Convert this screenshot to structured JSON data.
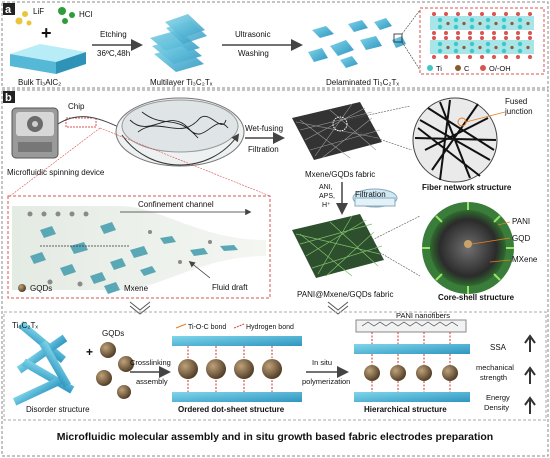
{
  "panel_a": {
    "label": "a",
    "reagents": {
      "lif": "LiF",
      "hcl": "HCl"
    },
    "step1": {
      "name": "Etching",
      "condition": "36ºC,48h"
    },
    "step2": {
      "name": "Ultrasonic",
      "sub": "Washing"
    },
    "stage1": "Bulk Ti₃AlC₂",
    "stage2": "Multilayer Ti₃C₂Tₓ",
    "stage3": "Delaminated Ti₃C₂Tₓ",
    "legend": {
      "ti": "Ti",
      "c": "C",
      "oh": "O/-OH"
    },
    "colors": {
      "ti": "#3ec7c7",
      "c": "#8b5a2b",
      "oh": "#d9534f"
    }
  },
  "panel_b": {
    "label": "b",
    "chip": "Chip",
    "device": "Microfluidic spinning device",
    "wet_fusing": "Wet-fusing",
    "filtration": "Filtration",
    "fabric1": "Mxene/GQDs fabric",
    "fused_junction_1": "Fused",
    "fused_junction_2": "junction",
    "fiber_structure": "Fiber network structure",
    "reagents_1": "ANI,",
    "reagents_2": "APS,",
    "reagents_3": "H⁺",
    "filtration_small": "Filtration",
    "confinement": "Confinement channel",
    "fluid_draft": "Fluid draft",
    "gqds_legend": "GQDs",
    "mxene_legend": "Mxene",
    "fabric2": "PANI@Mxene/GQDs fabric",
    "core_shell": "Core-shell structure",
    "pani": "PANI",
    "gqd": "GQD",
    "mxene": "MXene",
    "bottom": {
      "ti_label": "Ti₃C₂Tₓ",
      "gqds": "GQDs",
      "crosslinking_1": "Crosslinking",
      "crosslinking_2": "assembly",
      "disorder": "Disorder structure",
      "bond1": "Ti-O-C bond",
      "bond2": "Hydrogen bond",
      "ordered": "Ordered dot-sheet structure",
      "insitu_1": "In situ",
      "insitu_2": "polymerization",
      "pani_nanofibers": "PANI nanofibers",
      "hierarchical": "Hierarchical structure",
      "ssa": "SSA",
      "mech_1": "mechanical",
      "mech_2": "strength",
      "energy_1": "Energy",
      "energy_2": "Density"
    },
    "caption": "Microfluidic molecular assembly and in situ growth based fabric electrodes preparation"
  }
}
